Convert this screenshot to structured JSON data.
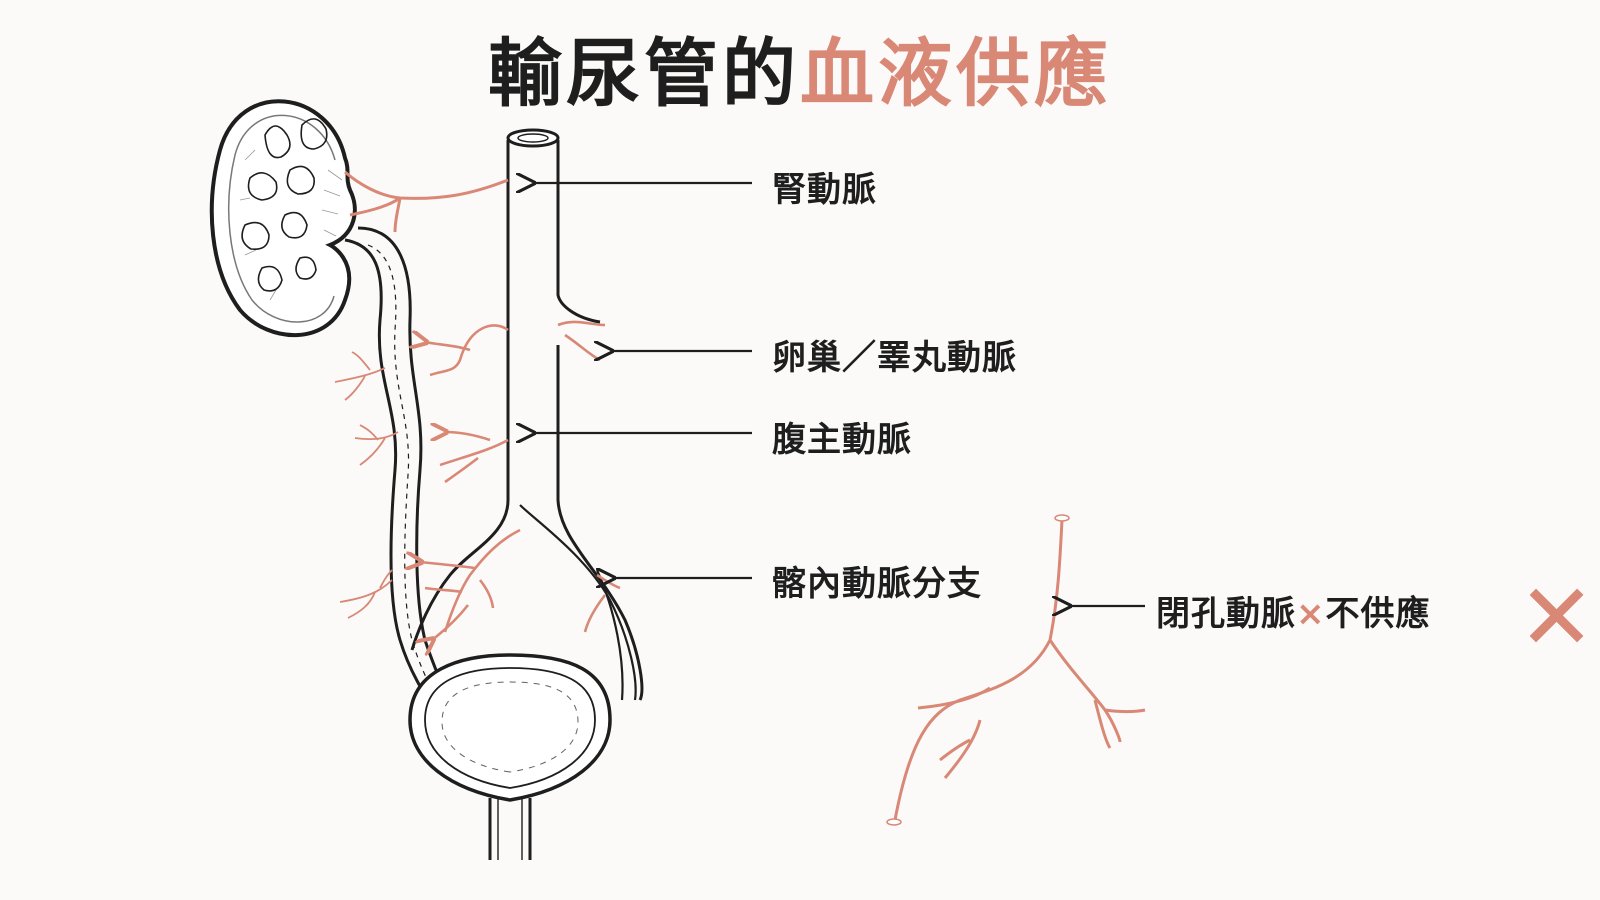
{
  "title": {
    "main": "輸尿管的",
    "accent": "血液供應"
  },
  "labels": {
    "renal": "腎動脈",
    "gonadal": "卵巢／睪丸動脈",
    "aorta": "腹主動脈",
    "iliac": "髂內動脈分支",
    "obturator_name": "閉孔動脈",
    "obturator_x": "×",
    "obturator_note": "不供應",
    "big_x": "✕"
  },
  "colors": {
    "artery": "#d98876",
    "outline": "#1e1e1e",
    "background": "#fbfaf9"
  }
}
